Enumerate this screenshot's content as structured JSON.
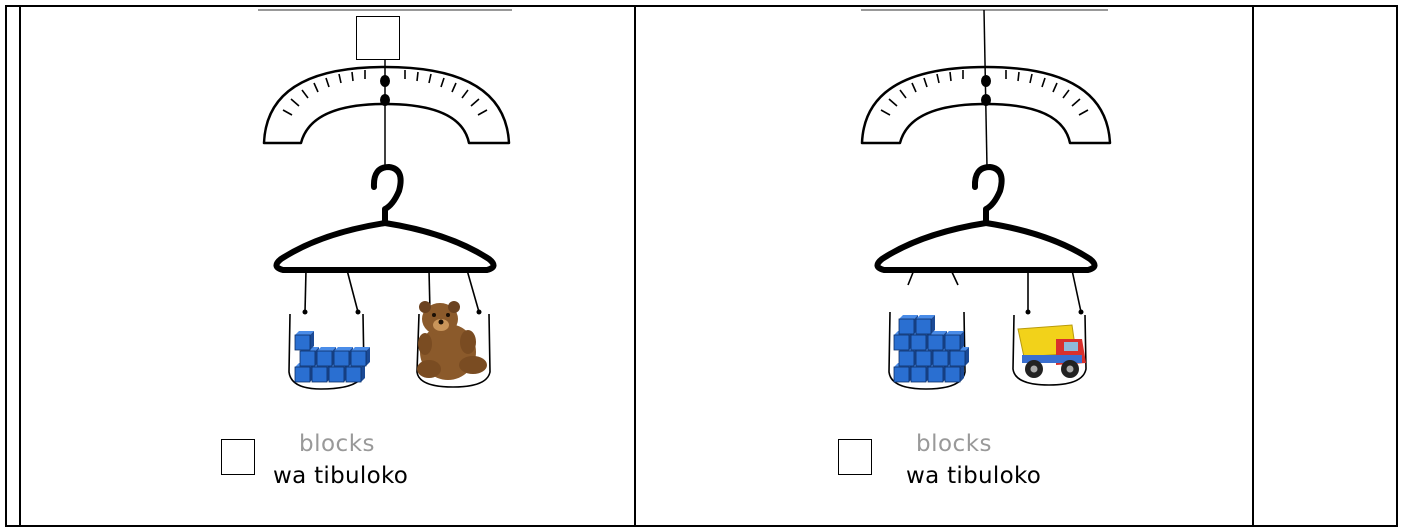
{
  "problems": [
    {
      "objects": "blocks-and-teddy-bear",
      "unit_label_en": "blocks",
      "unit_label_sw": "wa tibuloko",
      "block_count": 9,
      "compared_object": "teddy-bear-icon"
    },
    {
      "objects": "blocks-and-toy-truck",
      "unit_label_en": "blocks",
      "unit_label_sw": "wa tibuloko",
      "block_count": 14,
      "compared_object": "toy-truck-icon"
    }
  ],
  "colors": {
    "block_fill": "#2a6fd1",
    "block_dark": "#1b4a96",
    "label_gray": "#999999",
    "bear": "#8b5a2b",
    "truck_body": "#f2d21a",
    "truck_cab": "#d9302c"
  }
}
